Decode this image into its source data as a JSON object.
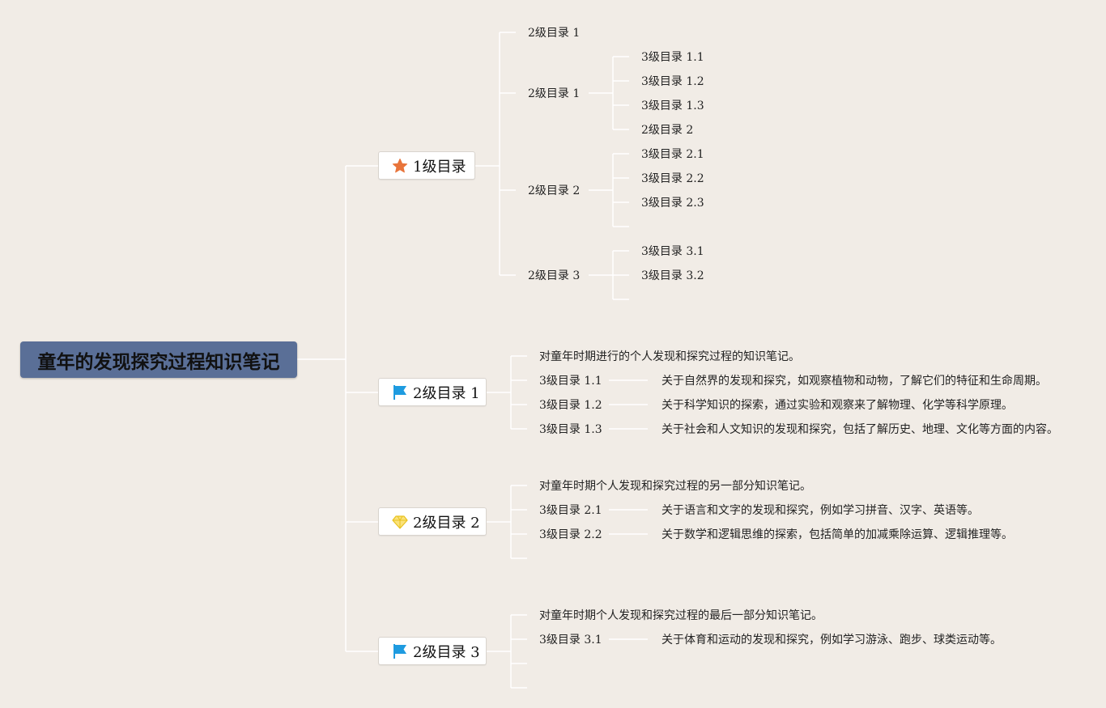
{
  "title": "童年的发现探究过程知识笔记",
  "colors": {
    "background": "#f1ece6",
    "root": "#5a6f97",
    "line": "#ffffff",
    "star": "#e8743b",
    "flag": "#1e9be0",
    "diamond": "#f3d33b"
  },
  "branches": [
    {
      "label": "1级目录",
      "icon": "star-icon",
      "children": [
        {
          "label": "2级目录 1",
          "children": []
        },
        {
          "label": "2级目录 1",
          "children": [
            "3级目录 1.1",
            "3级目录 1.2",
            "3级目录 1.3"
          ]
        },
        {
          "label": "2级目录 2",
          "children": [
            "2级目录 2",
            "3级目录 2.1",
            "3级目录 2.2",
            "3级目录 2.3"
          ]
        },
        {
          "label": "2级目录 3",
          "children": [
            "3级目录 3.1",
            "3级目录 3.2"
          ]
        }
      ]
    },
    {
      "label": "2级目录 1",
      "icon": "flag-icon",
      "summary": "对童年时期进行的个人发现和探究过程的知识笔记。",
      "children": [
        {
          "label": "3级目录 1.1",
          "note": "关于自然界的发现和探究，如观察植物和动物，了解它们的特征和生命周期。"
        },
        {
          "label": "3级目录 1.2",
          "note": "关于科学知识的探索，通过实验和观察来了解物理、化学等科学原理。"
        },
        {
          "label": "3级目录 1.3",
          "note": "关于社会和人文知识的发现和探究，包括了解历史、地理、文化等方面的内容。"
        }
      ]
    },
    {
      "label": "2级目录 2",
      "icon": "diamond-icon",
      "summary": "对童年时期个人发现和探究过程的另一部分知识笔记。",
      "children": [
        {
          "label": "3级目录 2.1",
          "note": "关于语言和文字的发现和探究，例如学习拼音、汉字、英语等。"
        },
        {
          "label": "3级目录 2.2",
          "note": "关于数学和逻辑思维的探索，包括简单的加减乘除运算、逻辑推理等。"
        }
      ]
    },
    {
      "label": "2级目录 3",
      "icon": "flag-icon",
      "summary": "对童年时期个人发现和探究过程的最后一部分知识笔记。",
      "children": [
        {
          "label": "3级目录 3.1",
          "note": "关于体育和运动的发现和探究，例如学习游泳、跑步、球类运动等。"
        }
      ]
    }
  ]
}
